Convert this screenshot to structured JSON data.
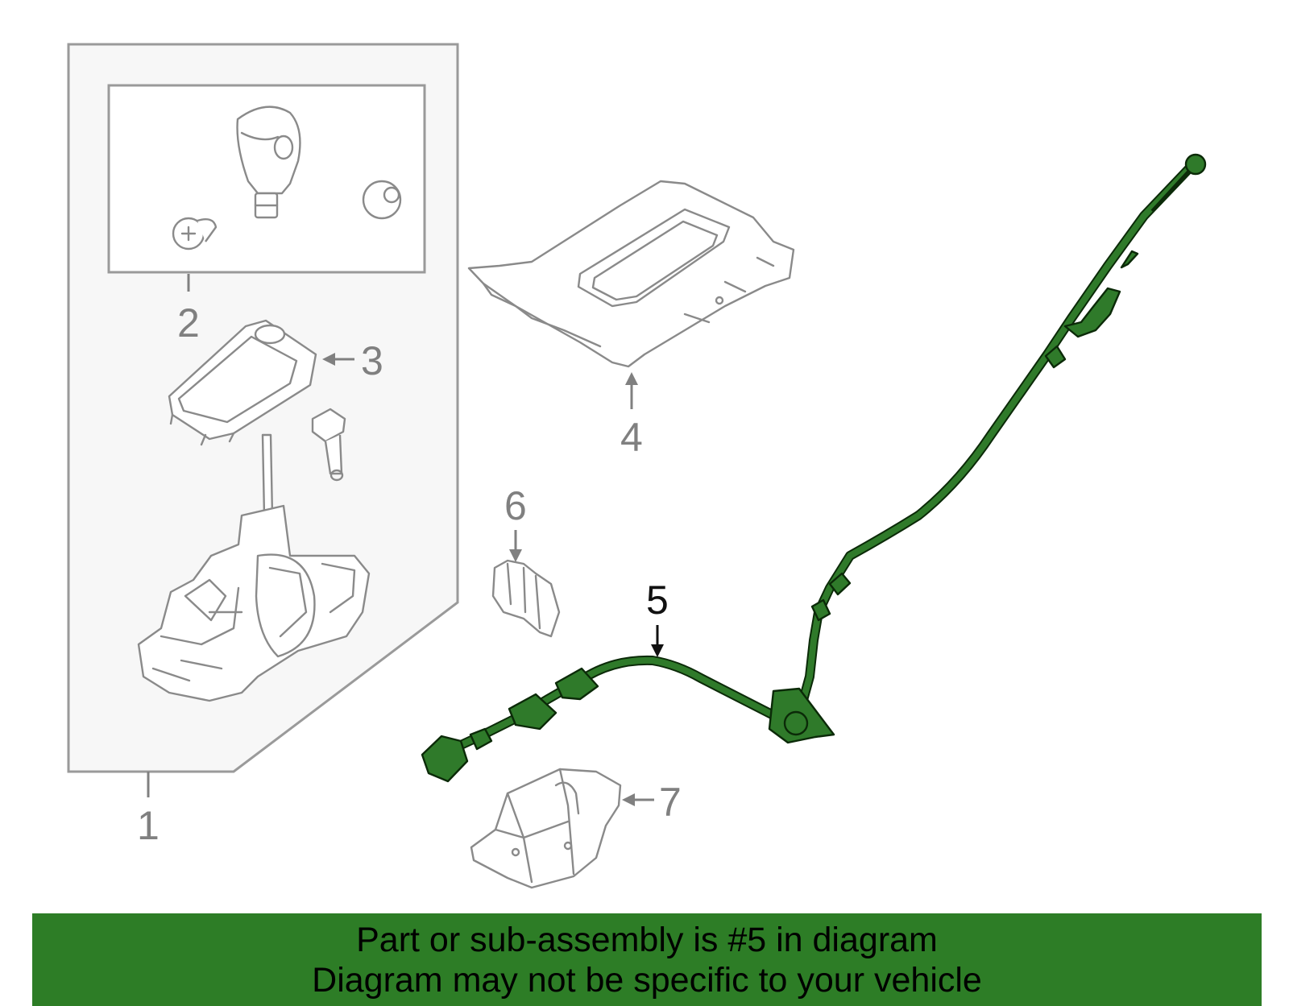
{
  "callouts": {
    "c1": "1",
    "c2": "2",
    "c3": "3",
    "c4": "4",
    "c5": "5",
    "c6": "6",
    "c7": "7"
  },
  "banner": {
    "line1": "Part or sub-assembly is #5 in diagram",
    "line2": "Diagram may not be specific to your vehicle"
  },
  "colors": {
    "highlight": "#2f7a2a",
    "banner": "#2d7d26",
    "outline": "#8a8a8a"
  }
}
